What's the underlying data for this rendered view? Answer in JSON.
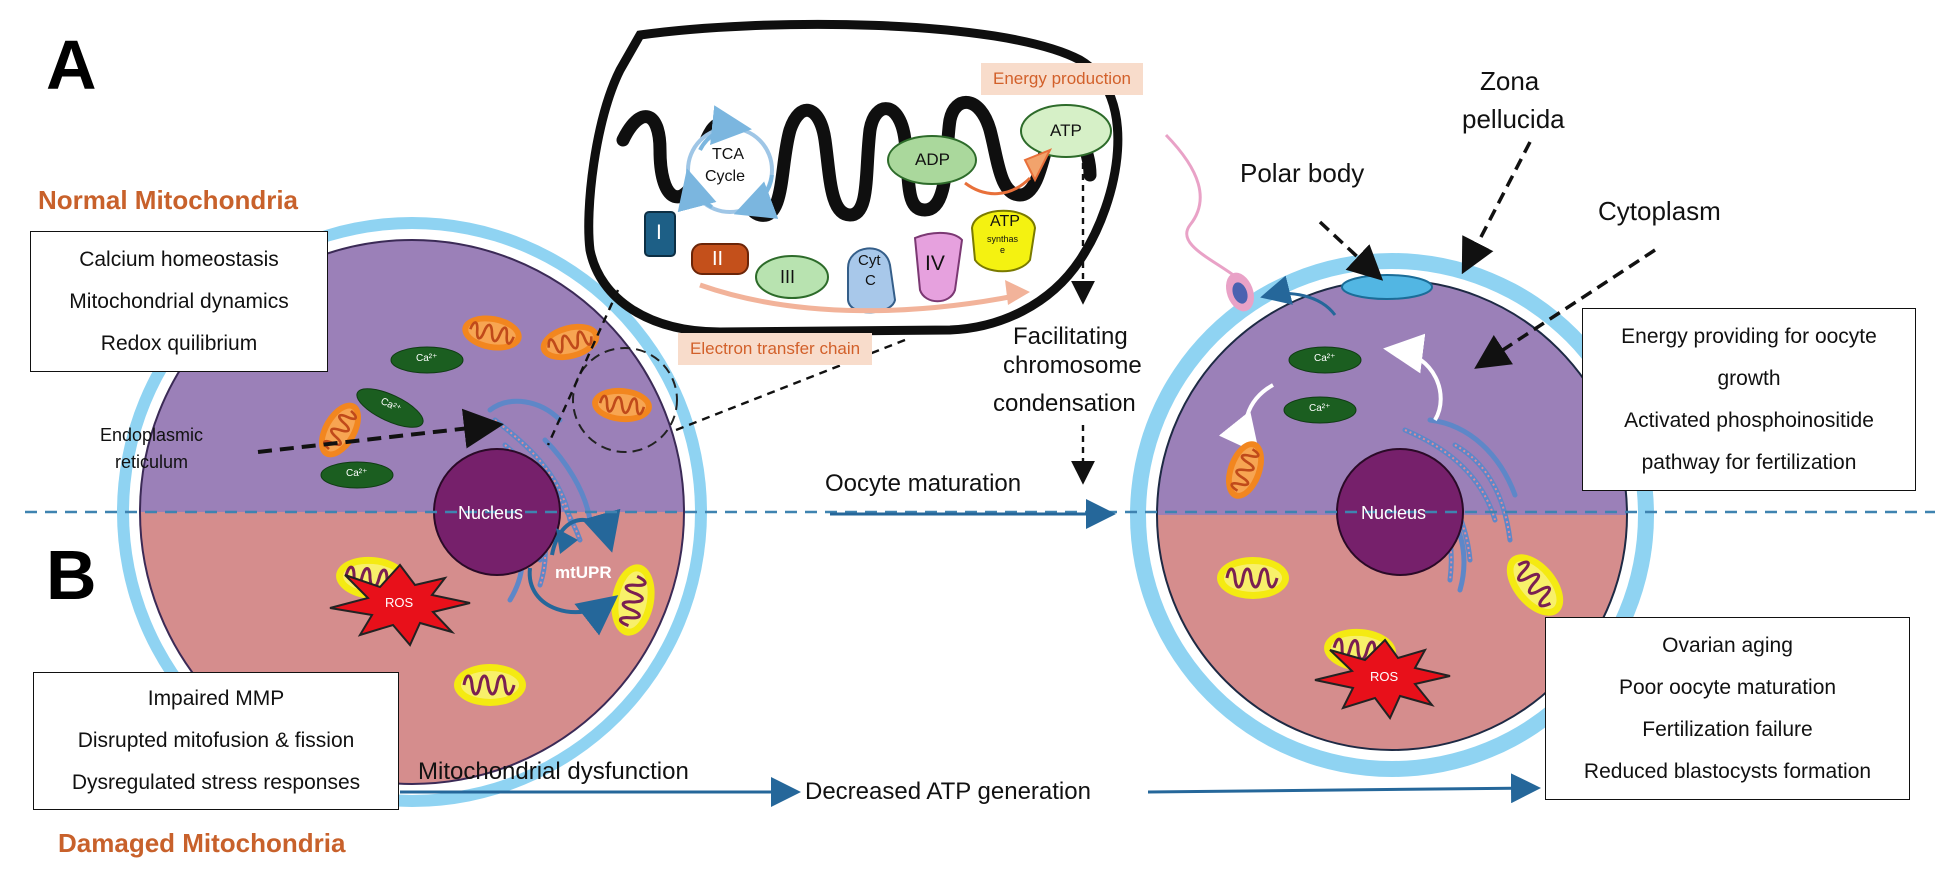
{
  "panels": {
    "a": "A",
    "b": "B"
  },
  "normal": {
    "title": "Normal Mitochondria",
    "box_lines": [
      "Calcium homeostasis",
      "Mitochondrial dynamics",
      "Redox quilibrium"
    ],
    "er_label_1": "Endoplasmic",
    "er_label_2": "reticulum",
    "nucleus": "Nucleus",
    "ca": "Ca²⁺"
  },
  "mito_zoom": {
    "tca_1": "TCA",
    "tca_2": "Cycle",
    "complex_1": "I",
    "complex_2": "II",
    "complex_3": "III",
    "cytc_1": "Cyt",
    "cytc_2": "C",
    "complex_4": "IV",
    "atp_synthase_1": "ATP",
    "atp_synthase_2": "synthas",
    "atp_synthase_3": "e",
    "adp": "ADP",
    "atp": "ATP",
    "energy_tag": "Energy production",
    "etc_tag": "Electron transfer chain"
  },
  "center": {
    "facilitating_1": "Facilitating",
    "facilitating_2": "chromosome",
    "facilitating_3": "condensation",
    "maturation": "Oocyte maturation",
    "dysfunction": "Mitochondrial dysfunction",
    "decreased_atp": "Decreased ATP generation"
  },
  "mature": {
    "zona_1": "Zona",
    "zona_2": "pellucida",
    "polar_body": "Polar body",
    "cytoplasm": "Cytoplasm",
    "nucleus": "Nucleus",
    "box_lines": [
      "Energy providing for oocyte",
      "growth",
      "Activated phosphoinositide",
      "pathway for fertilization"
    ]
  },
  "damaged": {
    "title": "Damaged Mitochondria",
    "box_lines": [
      "Impaired MMP",
      "Disrupted mitofusion & fission",
      "Dysregulated stress responses"
    ],
    "mtupr": "mtUPR",
    "ros": "ROS",
    "outcome_lines": [
      "Ovarian aging",
      "Poor oocyte maturation",
      "Fertilization failure",
      "Reduced blastocysts formation"
    ]
  },
  "colors": {
    "zona": "#8fd3f2",
    "cytoplasm_normal": "#9b80b8",
    "cytoplasm_damaged": "#d58d8d",
    "nucleus": "#76206b",
    "mito_orange": "#f2861f",
    "mito_yellow": "#f4ea12",
    "ca_green": "#1b5e20",
    "arrow_blue": "#25679a",
    "accent": "#c8612b"
  }
}
